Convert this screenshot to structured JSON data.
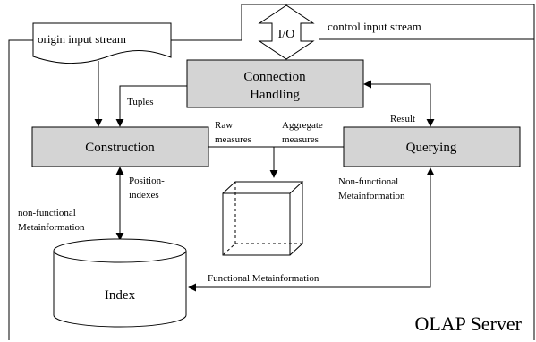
{
  "server_label": "OLAP Server",
  "streams": {
    "origin": "origin input stream",
    "control": "control input stream",
    "io": "I/O"
  },
  "boxes": {
    "connection_line1": "Connection",
    "connection_line2": "Handling",
    "construction": "Construction",
    "querying": "Querying",
    "index": "Index"
  },
  "edge_labels": {
    "tuples": "Tuples",
    "raw_line1": "Raw",
    "raw_line2": "measures",
    "aggregate_line1": "Aggregate",
    "aggregate_line2": "measures",
    "result": "Result",
    "position_line1": "Position-",
    "position_line2": "indexes",
    "nonfunc_left_line1": "non-functional",
    "nonfunc_left_line2": "Metainformation",
    "nonfunc_right_line1": "Non-functional",
    "nonfunc_right_line2": "Metainformation",
    "functional": "Functional Metainformation"
  },
  "colors": {
    "box_fill": "#d4d4d4",
    "line": "#000000",
    "background": "#ffffff"
  }
}
